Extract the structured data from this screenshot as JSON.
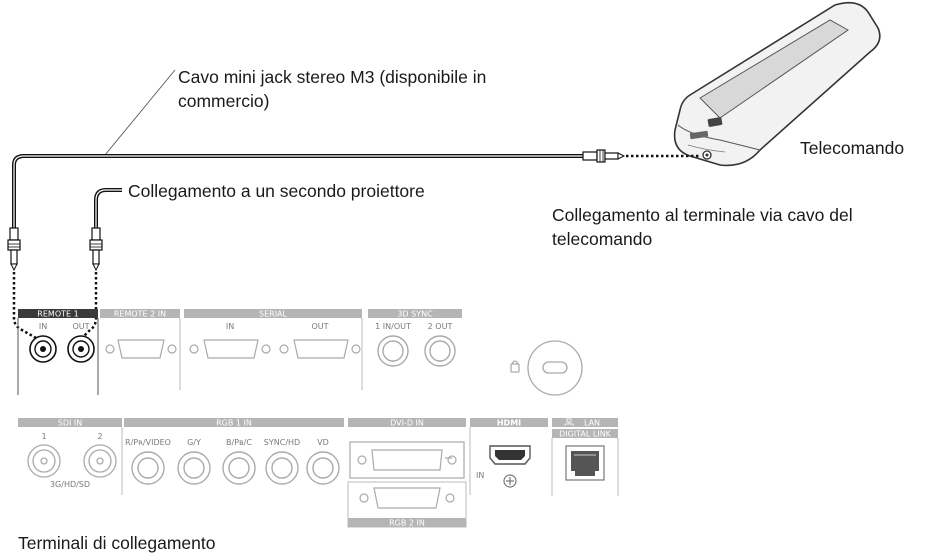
{
  "labels": {
    "cable": "Cavo mini jack stereo M3 (disponibile in",
    "cable_line2": "commercio)",
    "second_projector": "Collegamento a un secondo proiettore",
    "remote": "Telecomando",
    "wired_connection": "Collegamento al terminale via cavo del",
    "wired_connection_line2": "telecomando",
    "terminals": "Terminali di collegamento"
  },
  "panel": {
    "remote1": "REMOTE 1",
    "in": "IN",
    "out": "OUT",
    "remote2": "REMOTE 2 IN",
    "serial": "SERIAL",
    "serial_in": "IN",
    "serial_out": "OUT",
    "sync3d": "3D SYNC",
    "sync_in_out": "1 IN/OUT",
    "sync_out": "2 OUT",
    "sdi": "SDI IN",
    "sdi_1": "1",
    "sdi_2": "2",
    "sdi_format": "3G/HD/SD",
    "rgb1": "RGB 1 IN",
    "rgb1_ports": [
      "R/Pʀ/VIDEO",
      "G/Y",
      "B/Pʙ/C",
      "SYNC/HD",
      "VD"
    ],
    "dvi": "DVI-D IN",
    "hdmi": "HDMI",
    "hdmi_in": "IN",
    "lan": "LAN",
    "digital_link": "DIGITAL LINK",
    "rgb2": "RGB 2 IN"
  },
  "colors": {
    "cable": "#111111",
    "panel_gray": "#b5b5b5",
    "panel_dark": "#3a3a3a",
    "text": "#1a1a1a"
  }
}
